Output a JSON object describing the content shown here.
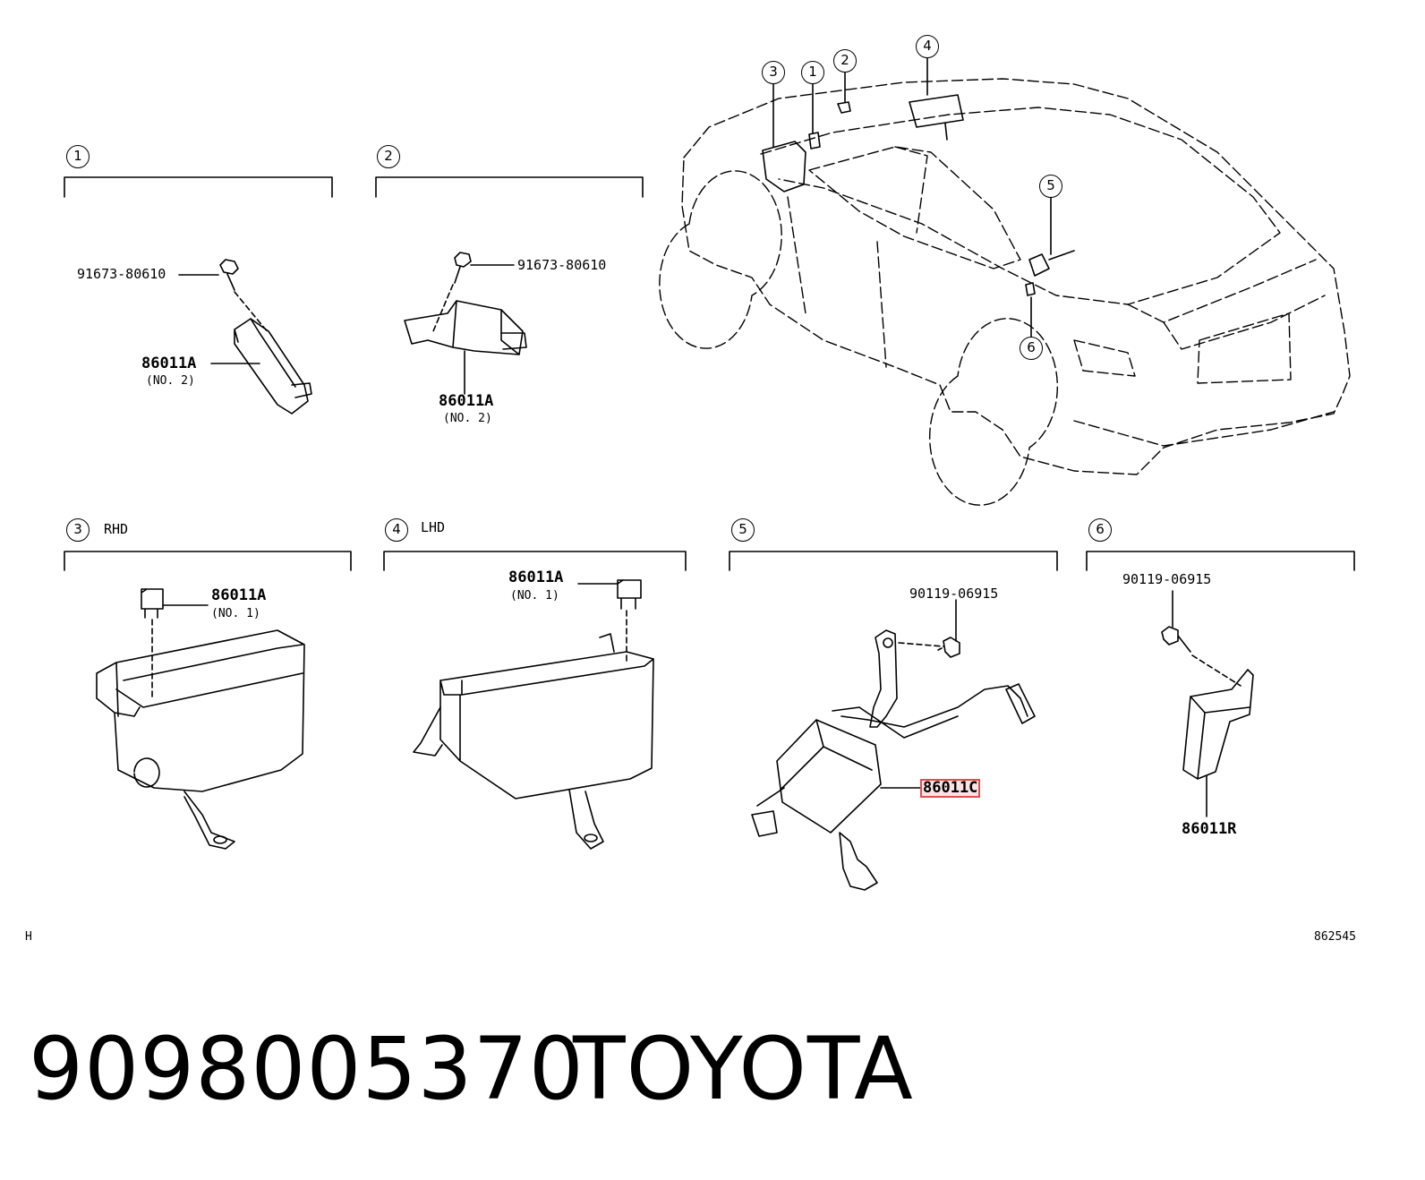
{
  "sections": [
    {
      "num": "1",
      "tag": "",
      "parts": [
        {
          "code": "91673-80610"
        },
        {
          "code": "86011A",
          "note": "(NO. 2)"
        }
      ]
    },
    {
      "num": "2",
      "tag": "",
      "parts": [
        {
          "code": "91673-80610"
        },
        {
          "code": "86011A",
          "note": "(NO. 2)"
        }
      ]
    },
    {
      "num": "3",
      "tag": "RHD",
      "parts": [
        {
          "code": "86011A",
          "note": "(NO. 1)"
        }
      ]
    },
    {
      "num": "4",
      "tag": "LHD",
      "parts": [
        {
          "code": "86011A",
          "note": "(NO. 1)"
        }
      ]
    },
    {
      "num": "5",
      "tag": "",
      "parts": [
        {
          "code": "90119-06915"
        },
        {
          "code": "86011C"
        }
      ]
    },
    {
      "num": "6",
      "tag": "",
      "parts": [
        {
          "code": "90119-06915"
        },
        {
          "code": "86011R"
        }
      ]
    }
  ],
  "car_callouts": [
    "3",
    "1",
    "2",
    "4",
    "5",
    "6"
  ],
  "corner_left": "H",
  "corner_right": "862545",
  "part_number": "9098005370",
  "brand": "TOYOTA",
  "highlight_color": "#e05050",
  "highlighted_part": "86011C"
}
